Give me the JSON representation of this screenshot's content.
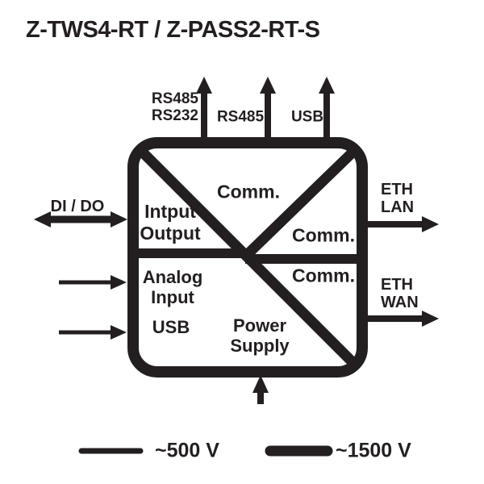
{
  "title": "Z-TWS4-RT / Z-PASS2-RT-S",
  "colors": {
    "ink": "#231f20",
    "background": "#ffffff"
  },
  "ports": {
    "top": [
      {
        "line1": "RS485",
        "line2": "RS232"
      },
      {
        "line1": "RS485"
      },
      {
        "line1": "USB"
      }
    ],
    "left_bidirectional": {
      "label": "DI / DO"
    },
    "right": [
      {
        "line1": "ETH",
        "line2": "LAN"
      },
      {
        "line1": "ETH",
        "line2": "WAN"
      }
    ]
  },
  "device": {
    "comm_top": "Comm.",
    "comm_mid": "Comm.",
    "comm_low": "Comm.",
    "io_line1": "Intput",
    "io_line2": "Output",
    "analog_line1": "Analog",
    "analog_line2": "Input",
    "usb": "USB",
    "power_line1": "Power",
    "power_line2": "Supply"
  },
  "legend": {
    "thin_label": "~500 V",
    "thick_label": "~1500 V"
  }
}
